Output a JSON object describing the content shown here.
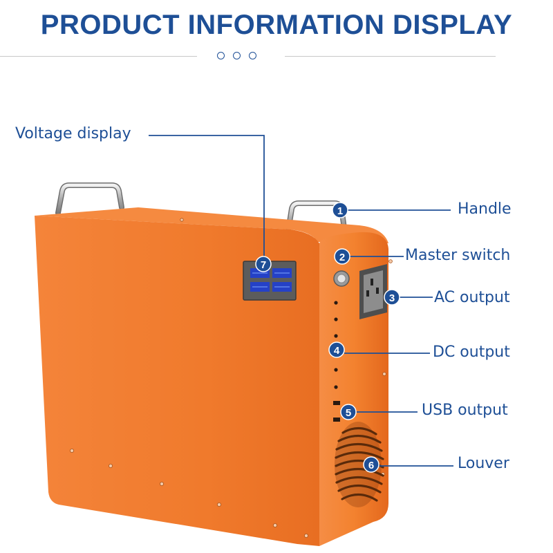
{
  "header": {
    "title": "PRODUCT INFORMATION DISPLAY"
  },
  "callouts": [
    {
      "number": "1",
      "label": "Handle"
    },
    {
      "number": "2",
      "label": "Master switch"
    },
    {
      "number": "3",
      "label": "AC output"
    },
    {
      "number": "4",
      "label": "DC output"
    },
    {
      "number": "5",
      "label": "USB output"
    },
    {
      "number": "6",
      "label": "Louver"
    },
    {
      "number": "7",
      "label": "Voltage display"
    }
  ],
  "colors": {
    "accent": "#1e4f96",
    "body": "#f07a2c"
  }
}
